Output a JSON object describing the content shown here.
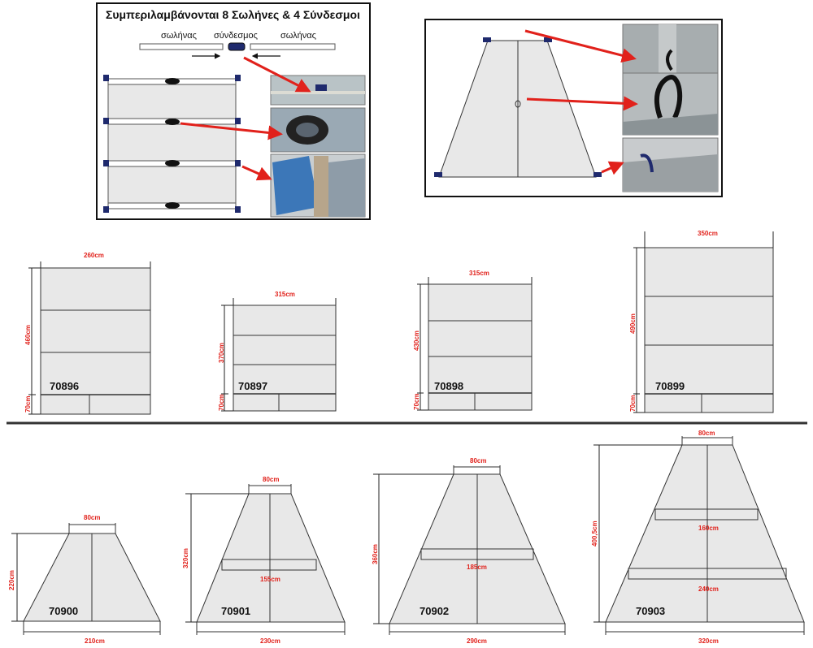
{
  "header": {
    "title": "Συμπεριλαμβάνονται 8 Σωλήνες & 4 Σύνδεσμοι",
    "pipe_label_left": "σωλήνας",
    "connector_label": "σύνδεσμος",
    "pipe_label_right": "σωλήνας"
  },
  "rectangular_covers": [
    {
      "code": "70896",
      "width": "260cm",
      "height": "460cm",
      "flap": "70cm"
    },
    {
      "code": "70897",
      "width": "315cm",
      "height": "370cm",
      "flap": "70cm"
    },
    {
      "code": "70898",
      "width": "315cm",
      "height": "430cm",
      "flap": "70cm"
    },
    {
      "code": "70899",
      "width": "350cm",
      "height": "490cm",
      "flap": "70cm"
    }
  ],
  "trapezoid_covers": [
    {
      "code": "70900",
      "top": "80cm",
      "bottom": "210cm",
      "height": "220cm"
    },
    {
      "code": "70901",
      "top": "80cm",
      "middle": "155cm",
      "bottom": "230cm",
      "height": "320cm"
    },
    {
      "code": "70902",
      "top": "80cm",
      "middle": "185cm",
      "bottom": "290cm",
      "height": "360cm"
    },
    {
      "code": "70903",
      "top": "80cm",
      "middle": "160cm",
      "middle2": "240cm",
      "bottom": "320cm",
      "height": "400,5cm"
    }
  ],
  "colors": {
    "accent": "#e1211b",
    "panel": "#e8e8e8",
    "strap": "#1f2a6d"
  }
}
